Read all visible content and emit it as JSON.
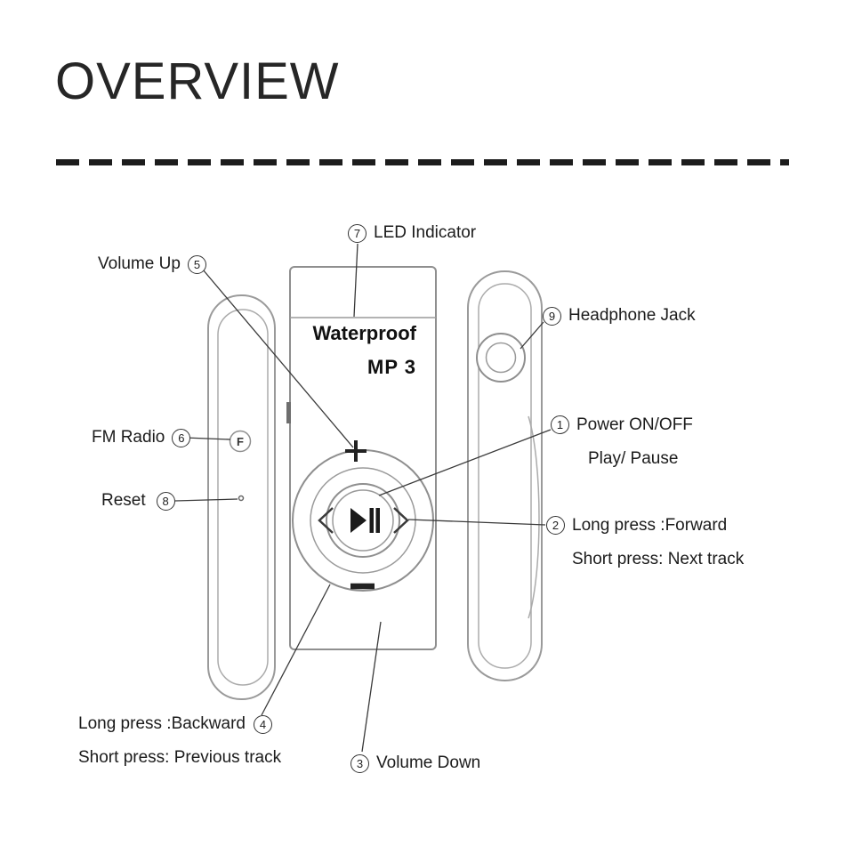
{
  "page": {
    "title": "OVERVIEW"
  },
  "device": {
    "label_line1": "Waterproof",
    "label_line2": "MP 3",
    "fm_button_label": "F",
    "icons": {
      "center_button": "play-pause-icon",
      "top_button": "plus-icon",
      "bottom_button": "minus-icon",
      "left_button": "chevron-left-icon",
      "right_button": "chevron-right-icon",
      "side_port": "headphone-jack-icon",
      "pinhole": "reset-hole-icon"
    }
  },
  "callouts": {
    "led": {
      "num": "7",
      "label": "LED Indicator"
    },
    "volume_up": {
      "num": "5",
      "label": "Volume Up"
    },
    "headphone": {
      "num": "9",
      "label": "Headphone Jack"
    },
    "fm_radio": {
      "num": "6",
      "label": "FM Radio"
    },
    "reset": {
      "num": "8",
      "label": "Reset"
    },
    "power": {
      "num": "1",
      "line1": "Power ON/OFF",
      "line2": "Play/ Pause"
    },
    "forward": {
      "num": "2",
      "line1": "Long press :Forward",
      "line2": "Short press: Next track"
    },
    "backward": {
      "num": "4",
      "line1": "Long press :Backward",
      "line2": "Short press: Previous track"
    },
    "volume_down": {
      "num": "3",
      "label": "Volume Down"
    }
  }
}
